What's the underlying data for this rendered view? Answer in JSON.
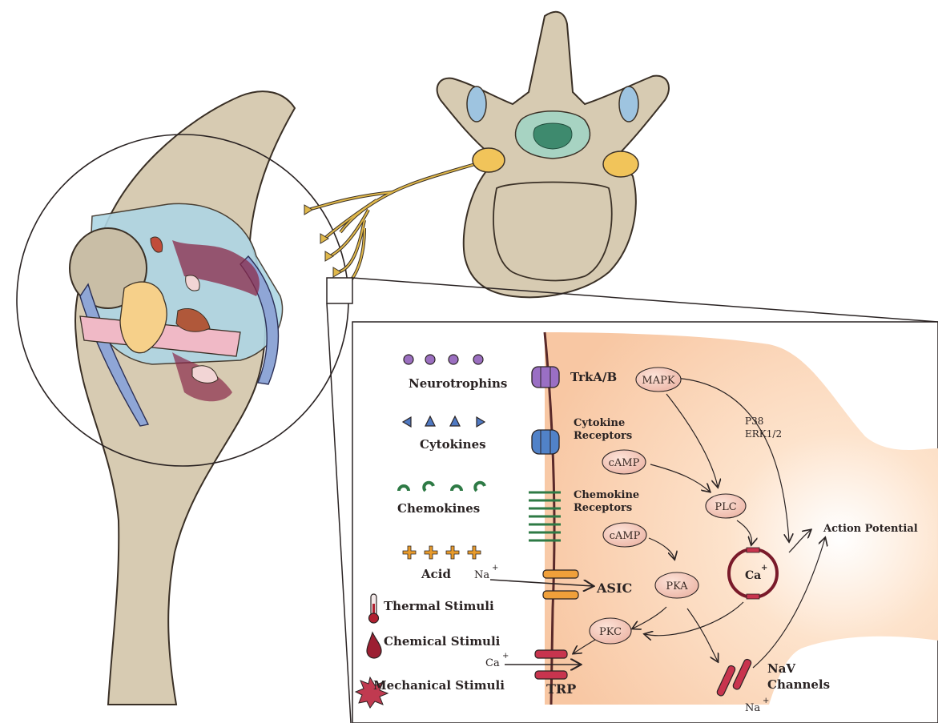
{
  "stimuli": {
    "neurotrophins": "Neurotrophins",
    "cytokines": "Cytokines",
    "chemokines": "Chemokines",
    "acid": "Acid",
    "thermal": "Thermal Stimuli",
    "chemical": "Chemical Stimuli",
    "mechanical": "Mechanical Stimuli"
  },
  "receptors": {
    "trka": "TrkA/B",
    "cytokine_line1": "Cytokine",
    "cytokine_line2": "Receptors",
    "chemokine_line1": "Chemokine",
    "chemokine_line2": "Receptors",
    "asic": "ASIC",
    "trp": "TRP",
    "nav_line1": "NaV",
    "nav_line2": "Channels"
  },
  "ions": {
    "na": "Na",
    "ca": "Ca",
    "plus": "+"
  },
  "signaling": {
    "mapk": "MAPK",
    "camp_1": "cAMP",
    "camp_2": "cAMP",
    "plc": "PLC",
    "pka": "PKA",
    "pkc": "PKC",
    "p38": "P38",
    "erk": "ERK1/2",
    "ca_store": "Ca",
    "action_potential": "Action Potential"
  },
  "colors": {
    "neurotrophin": "#9b6fc0",
    "cytokine": "#4f79c2",
    "chemokine": "#2e7a45",
    "acid": "#e89b2c",
    "inflammation": "#8a2a4a",
    "bone": "#d8ccb4",
    "cartilage": "#a9d4e3",
    "nerve": "#e0b84a",
    "cell": "#fbd5b8"
  }
}
